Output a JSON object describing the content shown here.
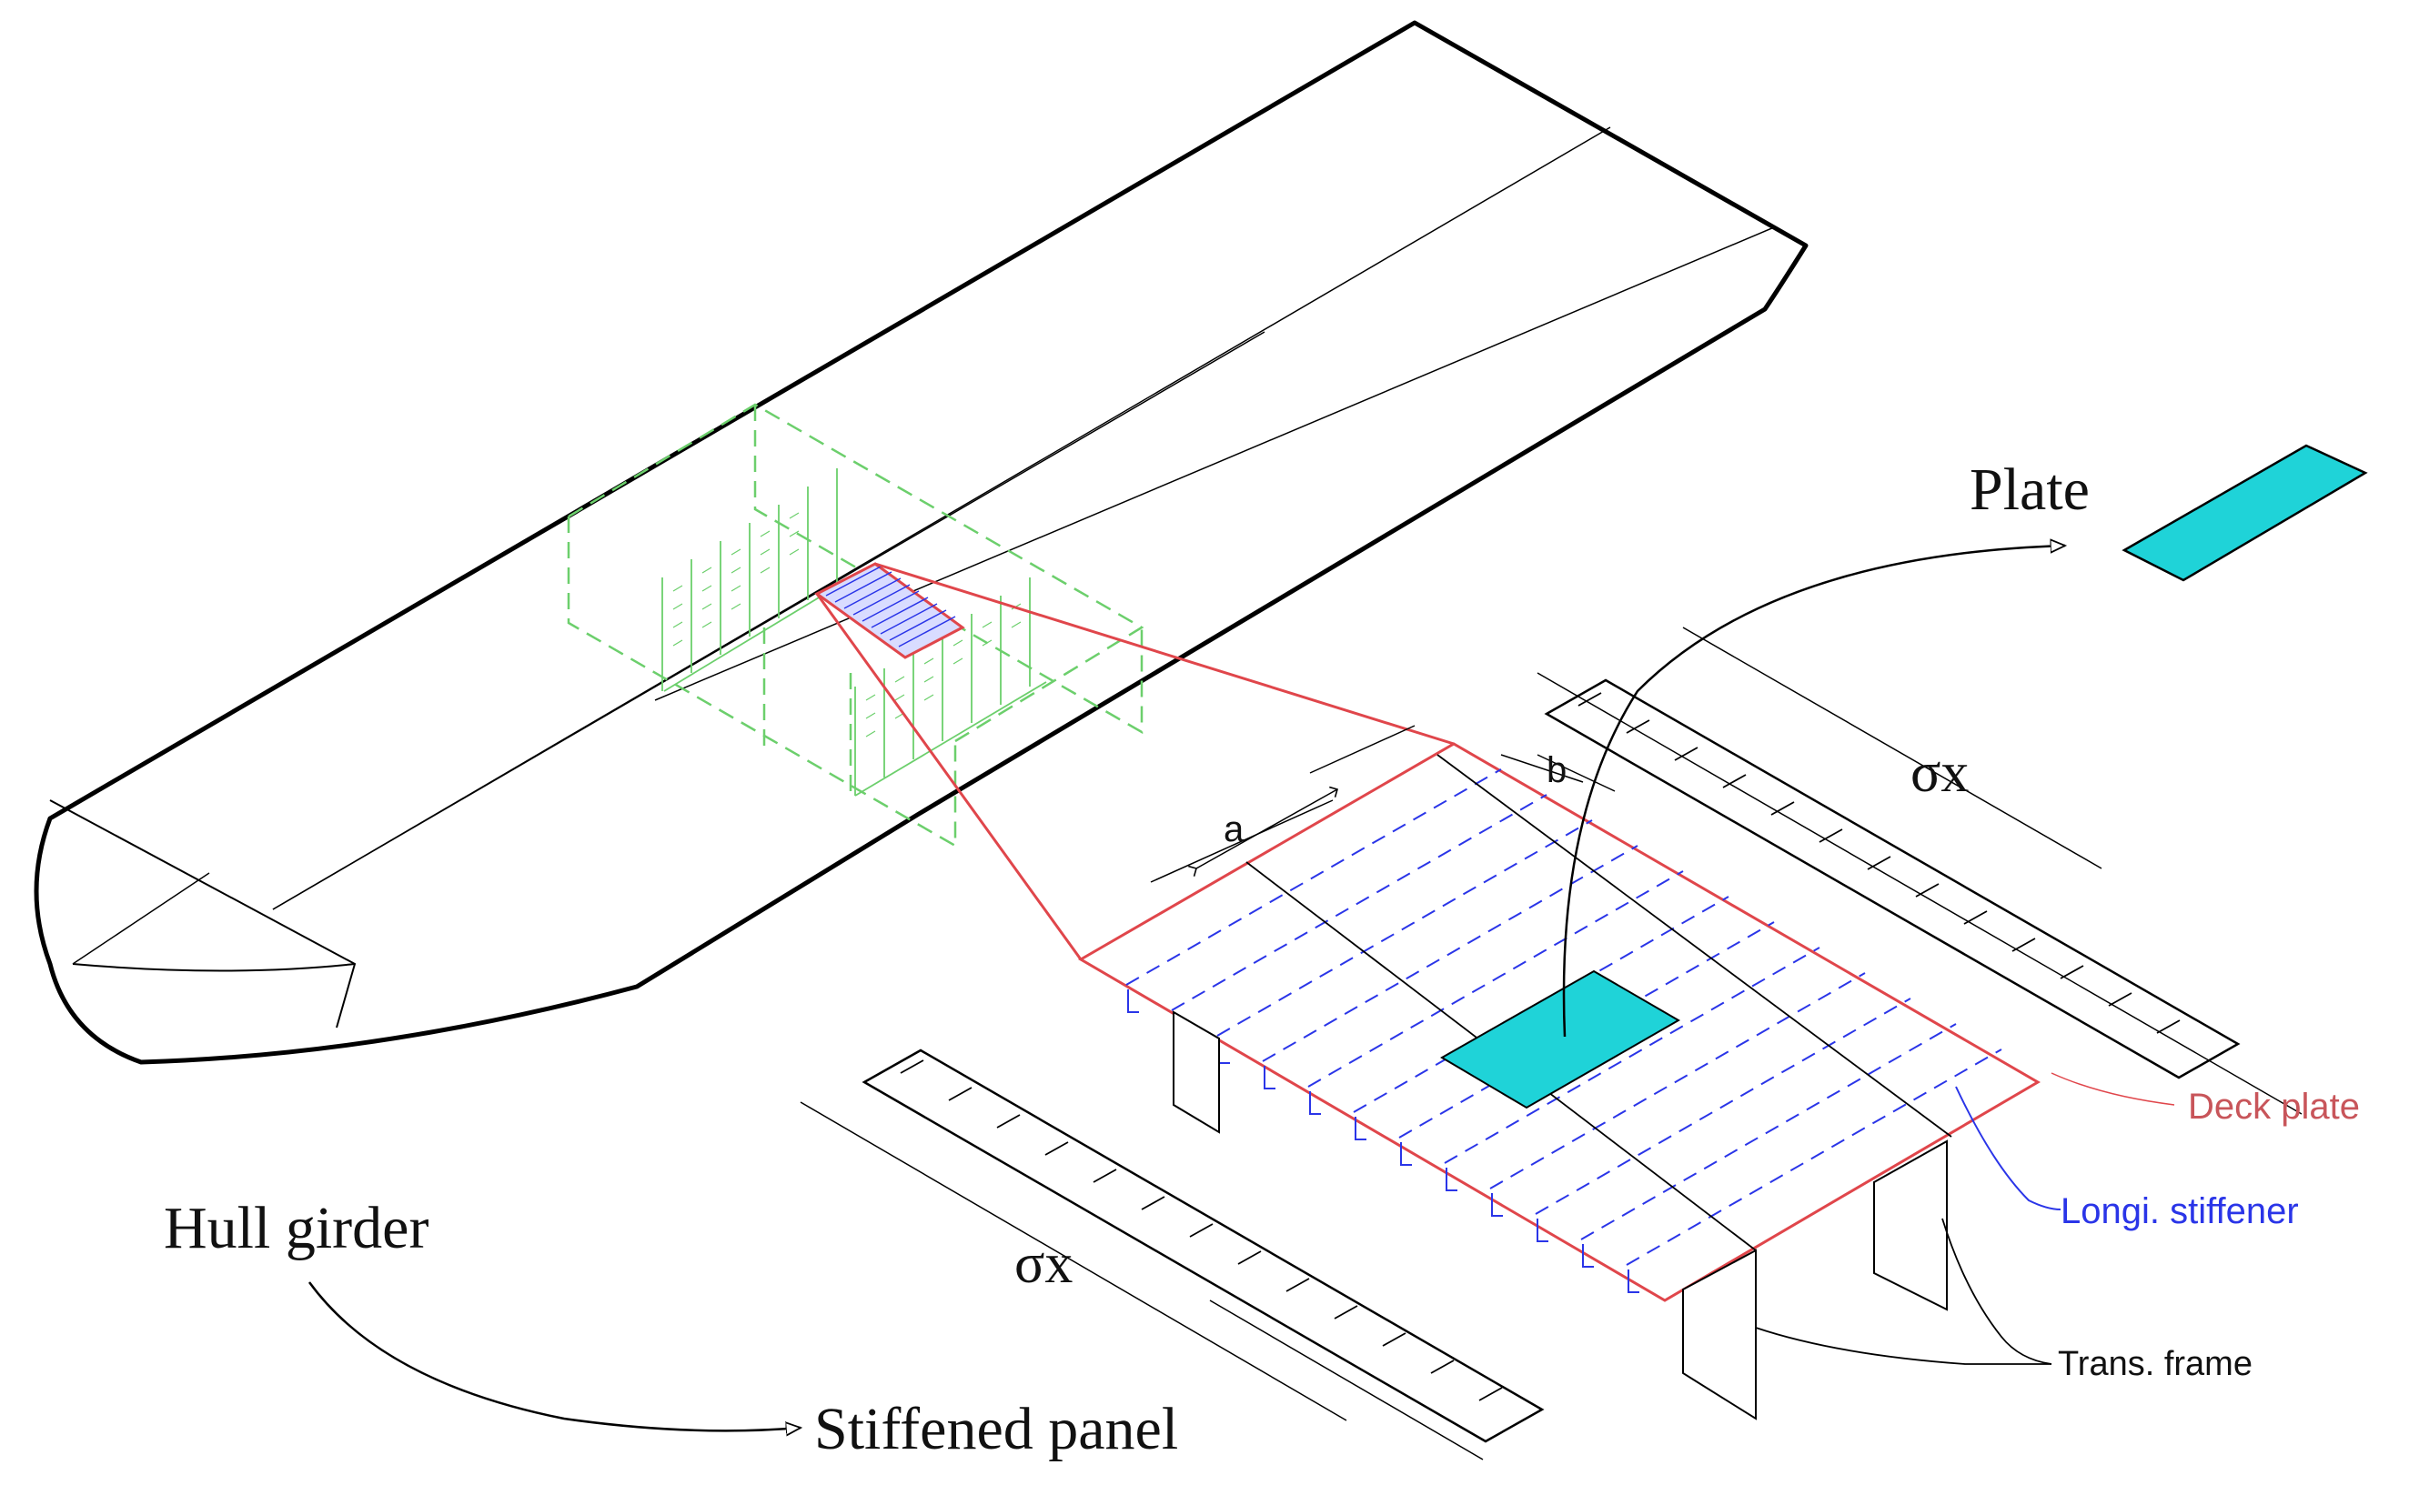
{
  "labels": {
    "plate": "Plate",
    "hull_girder": "Hull girder",
    "stiffened_panel": "Stiffened panel",
    "sigma_x_top": "σx",
    "sigma_x_bottom": "σx",
    "dim_a": "a",
    "dim_b": "b",
    "deck_plate": "Deck plate",
    "longi_stiffener": "Longi. stiffener",
    "trans_frame": "Trans. frame"
  },
  "colors": {
    "outline": "#000000",
    "deck_plate": "#e0464b",
    "deck_plate_text": "#c8555a",
    "stiffener": "#2a35e8",
    "plate_fill": "#1fd3d8",
    "compartment": "#6ccf6c"
  }
}
